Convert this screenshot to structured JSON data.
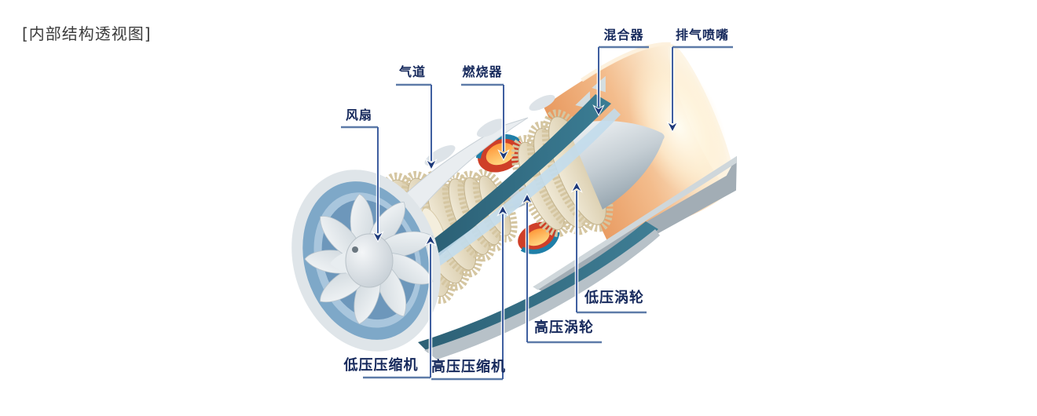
{
  "title": "[内部结构透视图]",
  "labels": [
    {
      "id": "fan",
      "text": "风扇"
    },
    {
      "id": "air-duct",
      "text": "气道"
    },
    {
      "id": "combustor",
      "text": "燃烧器"
    },
    {
      "id": "mixer",
      "text": "混合器"
    },
    {
      "id": "exhaust-nozzle",
      "text": "排气喷嘴"
    },
    {
      "id": "lp-compressor",
      "text": "低压压缩机"
    },
    {
      "id": "hp-compressor",
      "text": "高压压缩机"
    },
    {
      "id": "hp-turbine",
      "text": "高压涡轮"
    },
    {
      "id": "lp-turbine",
      "text": "低压涡轮"
    }
  ],
  "icons": {
    "arrow_down": "▼",
    "arrow_up": "▲"
  },
  "colors": {
    "label_text": "#16295c",
    "leader_line": "#3f5fa0",
    "underline": "#5d7ba8",
    "arrow": "#1e3a7a",
    "title_text": "#3c3c3c",
    "background": "#ffffff"
  }
}
